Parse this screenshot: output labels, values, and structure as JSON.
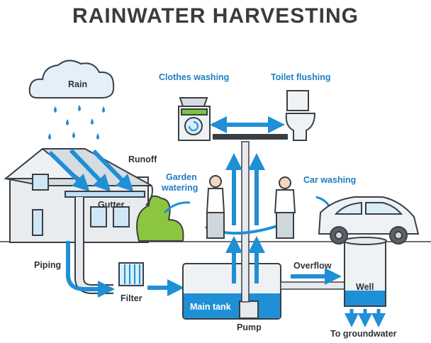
{
  "title": "RAINWATER HARVESTING",
  "labels": {
    "rain": "Rain",
    "runoff": "Runoff",
    "gutter": "Gutter",
    "piping": "Piping",
    "filter": "Filter",
    "main_tank": "Main tank",
    "pump": "Pump",
    "overflow": "Overflow",
    "well": "Well",
    "to_groundwater": "To groundwater",
    "clothes_washing": "Clothes washing",
    "toilet_flushing": "Toilet flushing",
    "garden_watering_line1": "Garden",
    "garden_watering_line2": "watering",
    "car_washing": "Car washing"
  },
  "colors": {
    "water_blue": "#1f8fd6",
    "label_blue": "#1f7fc2",
    "outline": "#3a3f44",
    "light_gray": "#e6eaee",
    "title_gray": "#3b3b3b"
  },
  "icons": {
    "cloud": "cloud-icon",
    "house": "house-icon",
    "washing_machine": "washing-machine-icon",
    "toilet": "toilet-icon",
    "car": "car-icon",
    "bush": "bush-icon"
  }
}
